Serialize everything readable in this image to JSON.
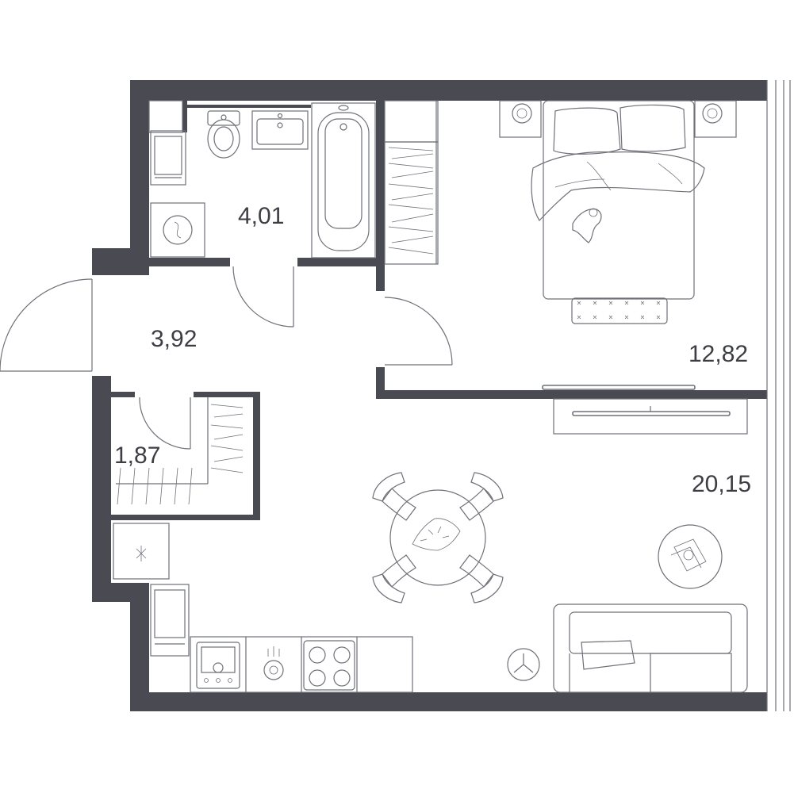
{
  "colors": {
    "wall": "#4a4b52",
    "line": "#6f7078",
    "text": "#3d3e44",
    "background": "#ffffff"
  },
  "rooms": [
    {
      "id": "bathroom",
      "area": "4,01"
    },
    {
      "id": "hallway",
      "area": "3,92"
    },
    {
      "id": "closet",
      "area": "1,87"
    },
    {
      "id": "bedroom",
      "area": "12,82"
    },
    {
      "id": "living-kitchen",
      "area": "20,15"
    }
  ]
}
